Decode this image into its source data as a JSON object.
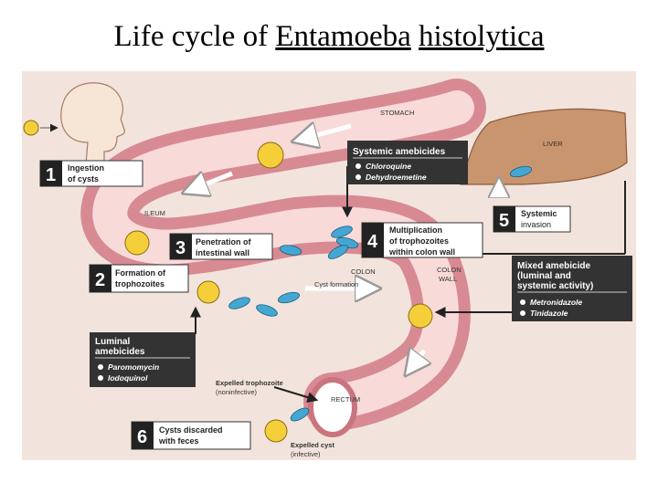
{
  "title": {
    "prefix": "Life cycle of ",
    "genus": "Entamoeba",
    "species": "histolytica"
  },
  "organ_labels": {
    "stomach": "STOMACH",
    "liver": "LIVER",
    "ileum": "ILEUM",
    "colon": "COLON",
    "colon_wall": "COLON",
    "colon_wall2": "WALL",
    "rectum": "RECTUM"
  },
  "steps": [
    {
      "num": "1",
      "line1": "Ingestion",
      "line2": "of cysts"
    },
    {
      "num": "2",
      "line1": "Formation of",
      "line2": "trophozoites"
    },
    {
      "num": "3",
      "line1": "Penetration of",
      "line2": "intestinal wall"
    },
    {
      "num": "4",
      "line1": "Multiplication",
      "line2": "of trophozoites",
      "line3": "within colon wall"
    },
    {
      "num": "5",
      "line1": "Systemic",
      "line2": "invasion"
    },
    {
      "num": "6",
      "line1": "Cysts discarded",
      "line2": "with feces"
    }
  ],
  "annotations": {
    "cyst_formation": "Cyst formation",
    "expelled_troph_1": "Expelled trophozoite",
    "expelled_troph_2": "(noninfective)",
    "expelled_cyst_1": "Expelled cyst",
    "expelled_cyst_2": "(infective)"
  },
  "drug_boxes": {
    "systemic": {
      "title": "Systemic amebicides",
      "drugs": [
        "Chloroquine",
        "Dehydroemetine"
      ]
    },
    "mixed": {
      "title_1": "Mixed amebicide",
      "title_2": "(luminal and",
      "title_3": "systemic activity)",
      "drugs": [
        "Metronidazole",
        "Tinidazole"
      ]
    },
    "luminal": {
      "title_1": "Luminal",
      "title_2": "amebicides",
      "drugs": [
        "Paromomycin",
        "Iodoquinol"
      ]
    }
  },
  "colors": {
    "background": "#f2e4dc",
    "gut_wall": "#d88a93",
    "gut_lumen": "#f8dad9",
    "liver": "#c9956e",
    "cyst": "#f4cf3a",
    "trophozoite": "#44a7d3",
    "label_box": "#ffffff",
    "drug_box": "#333333"
  }
}
